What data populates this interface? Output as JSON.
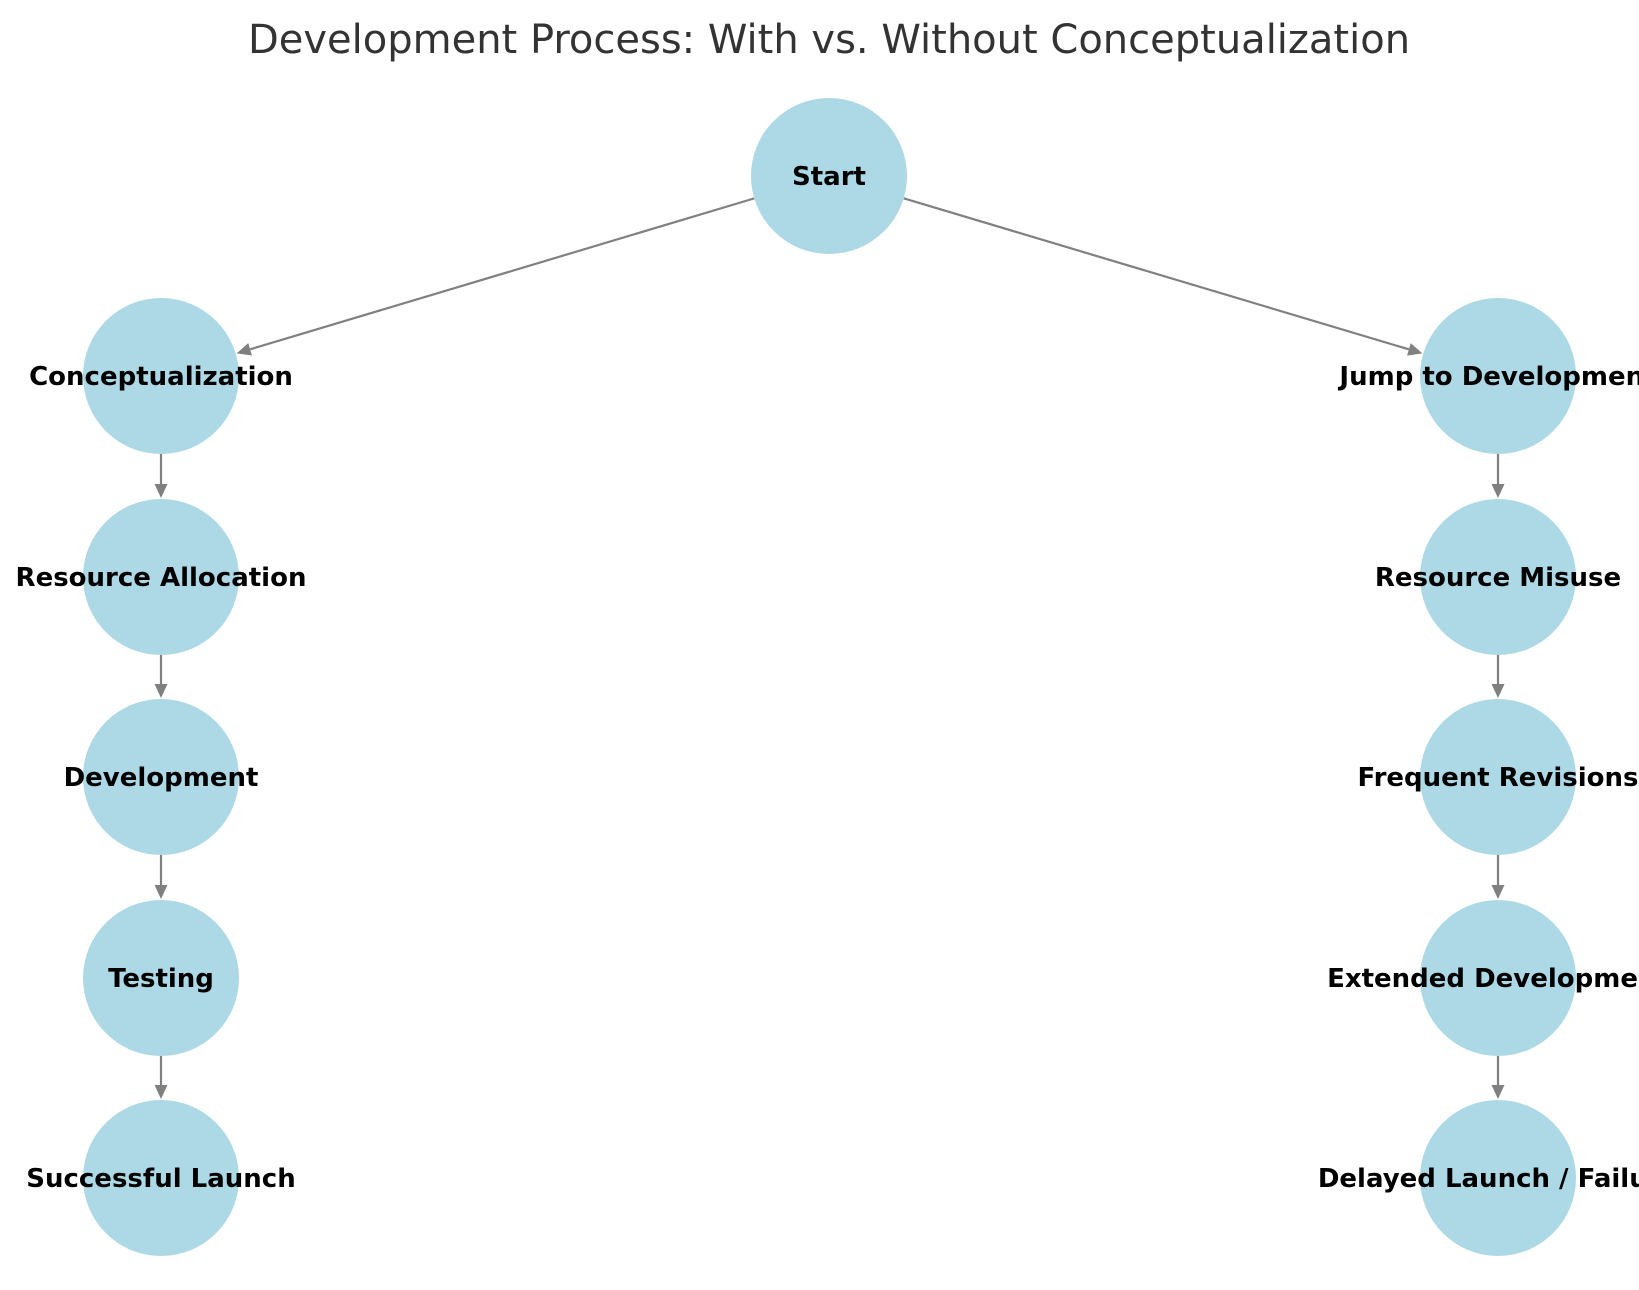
{
  "title": "Development Process: With vs. Without Conceptualization",
  "colors": {
    "node_fill": "#add8e6",
    "edge": "#808080",
    "title_text": "#333333",
    "label_text": "#000000"
  },
  "nodes": [
    {
      "id": "start",
      "label": "Start"
    },
    {
      "id": "conceptualization",
      "label": "Conceptualization"
    },
    {
      "id": "resource-allocation",
      "label": "Resource Allocation"
    },
    {
      "id": "development",
      "label": "Development"
    },
    {
      "id": "testing",
      "label": "Testing"
    },
    {
      "id": "successful-launch",
      "label": "Successful Launch"
    },
    {
      "id": "jump-to-development",
      "label": "Jump to Development"
    },
    {
      "id": "resource-misuse",
      "label": "Resource Misuse"
    },
    {
      "id": "frequent-revisions",
      "label": "Frequent Revisions"
    },
    {
      "id": "extended-development",
      "label": "Extended Development"
    },
    {
      "id": "delayed-launch-failure",
      "label": "Delayed Launch / Failure"
    }
  ],
  "edges": [
    {
      "from": "start",
      "to": "conceptualization"
    },
    {
      "from": "conceptualization",
      "to": "resource-allocation"
    },
    {
      "from": "resource-allocation",
      "to": "development"
    },
    {
      "from": "development",
      "to": "testing"
    },
    {
      "from": "testing",
      "to": "successful-launch"
    },
    {
      "from": "start",
      "to": "jump-to-development"
    },
    {
      "from": "jump-to-development",
      "to": "resource-misuse"
    },
    {
      "from": "resource-misuse",
      "to": "frequent-revisions"
    },
    {
      "from": "frequent-revisions",
      "to": "extended-development"
    },
    {
      "from": "extended-development",
      "to": "delayed-launch-failure"
    }
  ]
}
